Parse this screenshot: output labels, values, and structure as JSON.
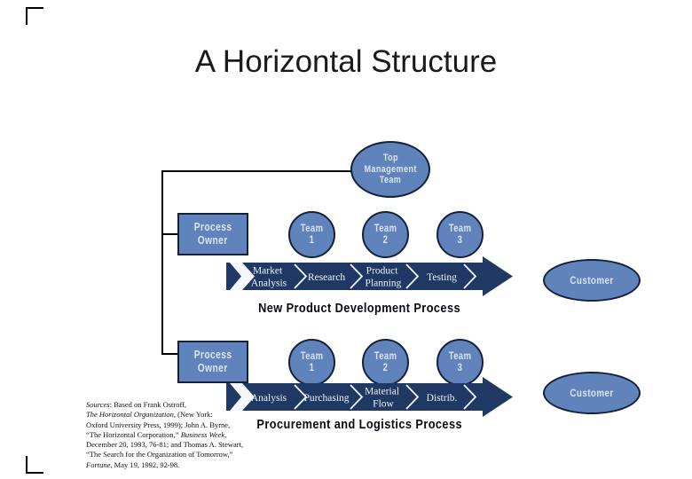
{
  "slide": {
    "title": "A Horizontal Structure"
  },
  "colors": {
    "shape_fill": "#5f83ba",
    "shape_border": "#14213d",
    "arrow_fill": "#1f3864",
    "shape_text": "#dbe5f2",
    "connector": "#000000",
    "label_text": "#05080f"
  },
  "top_oval": {
    "lines": [
      "Top",
      "Management",
      "Team"
    ]
  },
  "customer_ovals": [
    {
      "label": "Customer"
    },
    {
      "label": "Customer"
    }
  ],
  "rows": [
    {
      "process_owner_lines": [
        "Process",
        "Owner"
      ],
      "teams": [
        {
          "line1": "Team",
          "line2": "1"
        },
        {
          "line1": "Team",
          "line2": "2"
        },
        {
          "line1": "Team",
          "line2": "3"
        }
      ],
      "arrow": {
        "segments": [
          {
            "lines": [
              "Market",
              "Analysis"
            ]
          },
          {
            "lines": [
              "Research"
            ]
          },
          {
            "lines": [
              "Product",
              "Planning"
            ]
          },
          {
            "lines": [
              "Testing"
            ]
          }
        ]
      },
      "process_label": "New Product Development Process"
    },
    {
      "process_owner_lines": [
        "Process",
        "Owner"
      ],
      "teams": [
        {
          "line1": "Team",
          "line2": "1"
        },
        {
          "line1": "Team",
          "line2": "2"
        },
        {
          "line1": "Team",
          "line2": "3"
        }
      ],
      "arrow": {
        "segments": [
          {
            "lines": [
              "Analysis"
            ]
          },
          {
            "lines": [
              "Purchasing"
            ]
          },
          {
            "lines": [
              "Material",
              "Flow"
            ]
          },
          {
            "lines": [
              "Distrib."
            ]
          }
        ]
      },
      "process_label": "Procurement and Logistics Process"
    }
  ],
  "source_note": {
    "lines": [
      [
        {
          "text": "Sources",
          "italic": true
        },
        {
          "text": ": Based on Frank Ostroff,",
          "italic": false
        }
      ],
      [
        {
          "text": "The Horizontal Organization",
          "italic": true
        },
        {
          "text": ", (New York:",
          "italic": false
        }
      ],
      [
        {
          "text": "Oxford University Press, 1999); John A. Byrne,",
          "italic": false
        }
      ],
      [
        {
          "text": "“The Horizontal Corporation,” ",
          "italic": false
        },
        {
          "text": "Business Week",
          "italic": true
        },
        {
          "text": ",",
          "italic": false
        }
      ],
      [
        {
          "text": "December 20, 1993, 76-81; and Thomas A. Stewart,",
          "italic": false
        }
      ],
      [
        {
          "text": "“The Search for the Organization of Tomorrow,”",
          "italic": false
        }
      ],
      [
        {
          "text": "Fortune",
          "italic": true
        },
        {
          "text": ", May 19, 1992, 92-98.",
          "italic": false
        }
      ]
    ]
  }
}
